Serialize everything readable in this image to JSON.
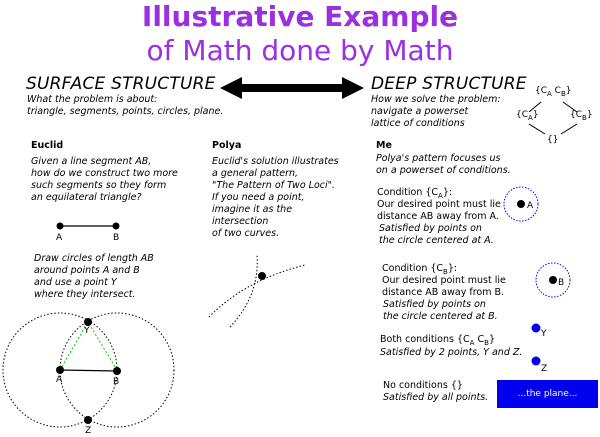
{
  "title": {
    "line1": "Illustrative Example",
    "line2": "of Math done by Math"
  },
  "surface": {
    "heading": "SURFACE STRUCTURE",
    "desc1": "What the problem is about:",
    "desc2": "triangle, segments, points, circles, plane."
  },
  "deep": {
    "heading": "DEEP STRUCTURE",
    "desc1": "How we solve the problem:",
    "desc2": "navigate a powerset",
    "desc3": "lattice of conditions"
  },
  "lattice": {
    "top": "{C",
    "top_sub": "A",
    "top_mid": " C",
    "top_sub2": "B",
    "top_end": "}",
    "left": "{C",
    "left_sub": "A",
    "left_end": "}",
    "right": "{C",
    "right_sub": "B",
    "right_end": "}",
    "bottom": "{}"
  },
  "euclid": {
    "heading": "Euclid",
    "lines": [
      "Given a line segment AB,",
      "how do we construct two more",
      "such segments so they form",
      "an equilateral triangle?"
    ],
    "point_a": "A",
    "point_b": "B",
    "lines2": [
      "Draw circles of length AB",
      "around points A and B",
      "and use a point Y",
      "where they intersect."
    ],
    "fig_y": "Y",
    "fig_a": "A",
    "fig_b": "B",
    "fig_z": "Z"
  },
  "polya": {
    "heading": "Polya",
    "lines": [
      "Euclid's solution illustrates",
      "a general pattern,",
      "\"The Pattern of Two Loci\".",
      "If you need a point,",
      "imagine it as the",
      "intersection",
      "of two curves."
    ]
  },
  "me": {
    "heading": "Me",
    "lines": [
      "Polya's pattern focuses us",
      "on a powerset of conditions."
    ],
    "cond_a": {
      "title": "Condition {C",
      "title_sub": "A",
      "title_end": "}:",
      "body1": "Our desired point must lie",
      "body2": "distance AB away from A.",
      "it1": "Satisfied by points on",
      "it2": "the circle centered at A.",
      "label": "A"
    },
    "cond_b": {
      "title": "Condition {C",
      "title_sub": "B",
      "title_end": "}:",
      "body1": "Our desired point must lie",
      "body2": "distance AB away from B.",
      "it1": "Satisfied by points on",
      "it2": "the circle centered at B.",
      "label": "B"
    },
    "both": {
      "title": "Both conditions {C",
      "sub1": "A",
      "mid": " C",
      "sub2": "B",
      "end": "}",
      "it": "Satisfied by 2 points, Y and Z.",
      "label_y": "Y",
      "label_z": "Z"
    },
    "none": {
      "title": "No conditions {}",
      "it": "Satisfied by all points.",
      "button": "...the plane..."
    }
  },
  "colors": {
    "title": "#9b30e0",
    "blue": "#0000ee",
    "green": "#00cc00"
  }
}
